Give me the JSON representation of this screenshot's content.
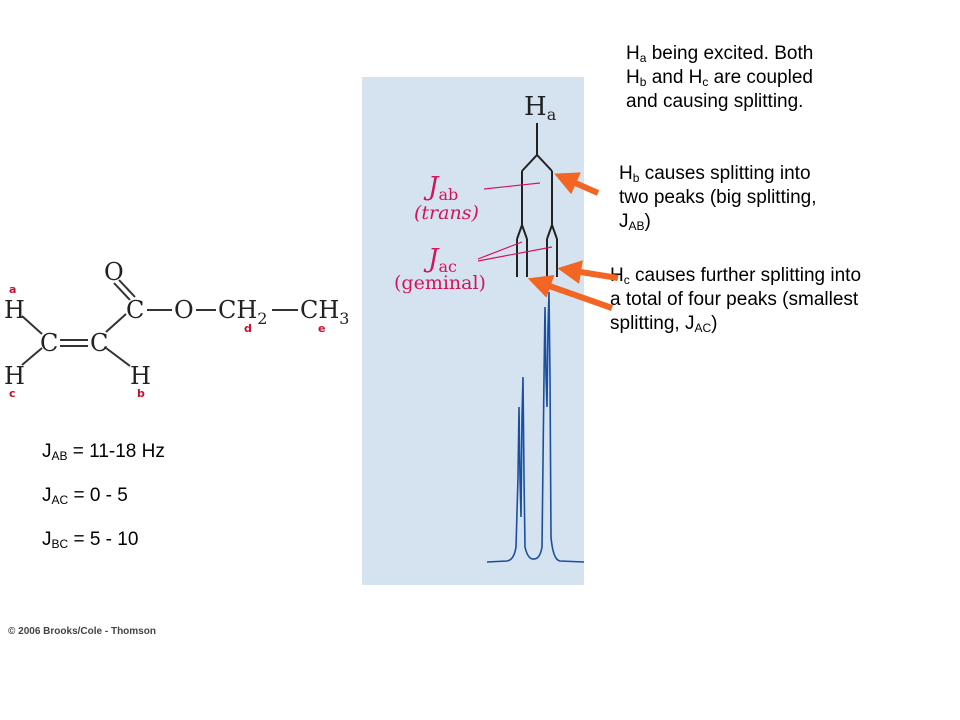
{
  "molecule": {
    "atoms": {
      "o_top": "O",
      "h_a": "H",
      "h_c": "H",
      "h_b": "H",
      "c1": "C",
      "c2": "C",
      "c3": "C",
      "o_ester": "O",
      "ch2_c": "CH",
      "ch2_sub": "2",
      "ch3_c": "CH",
      "ch3_sub": "3"
    },
    "labels": {
      "a": "a",
      "b": "b",
      "c": "c",
      "d": "d",
      "e": "e"
    },
    "colors": {
      "label": "#c8102e",
      "bond": "#333333"
    }
  },
  "spectrum": {
    "peak_label": {
      "base": "H",
      "sub": "a"
    },
    "jab": {
      "base": "J",
      "sub": "ab",
      "note": "(trans)"
    },
    "jac": {
      "base": "J",
      "sub": "ac",
      "note": "(geminal)"
    },
    "colors": {
      "background": "#d5e3f1",
      "trace": "#1a4fa0",
      "label": "#d4145a",
      "tree": "#222222"
    }
  },
  "annotations": {
    "ha": {
      "l1_a": "H",
      "l1_sub": "a",
      "l1_b": " being excited.  Both",
      "l2_a": "H",
      "l2_sub": "b",
      "l2_b": " and H",
      "l2_sub2": "c",
      "l2_c": " are coupled",
      "l3": "and causing splitting."
    },
    "hb": {
      "l1_a": "H",
      "l1_sub": "b",
      "l1_b": " causes splitting into",
      "l2": "two peaks (big splitting,",
      "l3_a": "J",
      "l3_sub": "AB",
      "l3_b": ")"
    },
    "hc": {
      "l1_a": "H",
      "l1_sub": "c",
      "l1_b": " causes further splitting into",
      "l2": "a total of four peaks (smallest",
      "l3_a": "splitting, J",
      "l3_sub": "AC",
      "l3_b": ")"
    },
    "arrow_color": "#f26522"
  },
  "coupling_constants": [
    {
      "base": "J",
      "sub": "AB",
      "value": " = 11-18 Hz"
    },
    {
      "base": "J",
      "sub": "AC",
      "value": " = 0 - 5"
    },
    {
      "base": "J",
      "sub": "BC",
      "value": " = 5 - 10"
    }
  ],
  "copyright": "© 2006 Brooks/Cole - Thomson"
}
